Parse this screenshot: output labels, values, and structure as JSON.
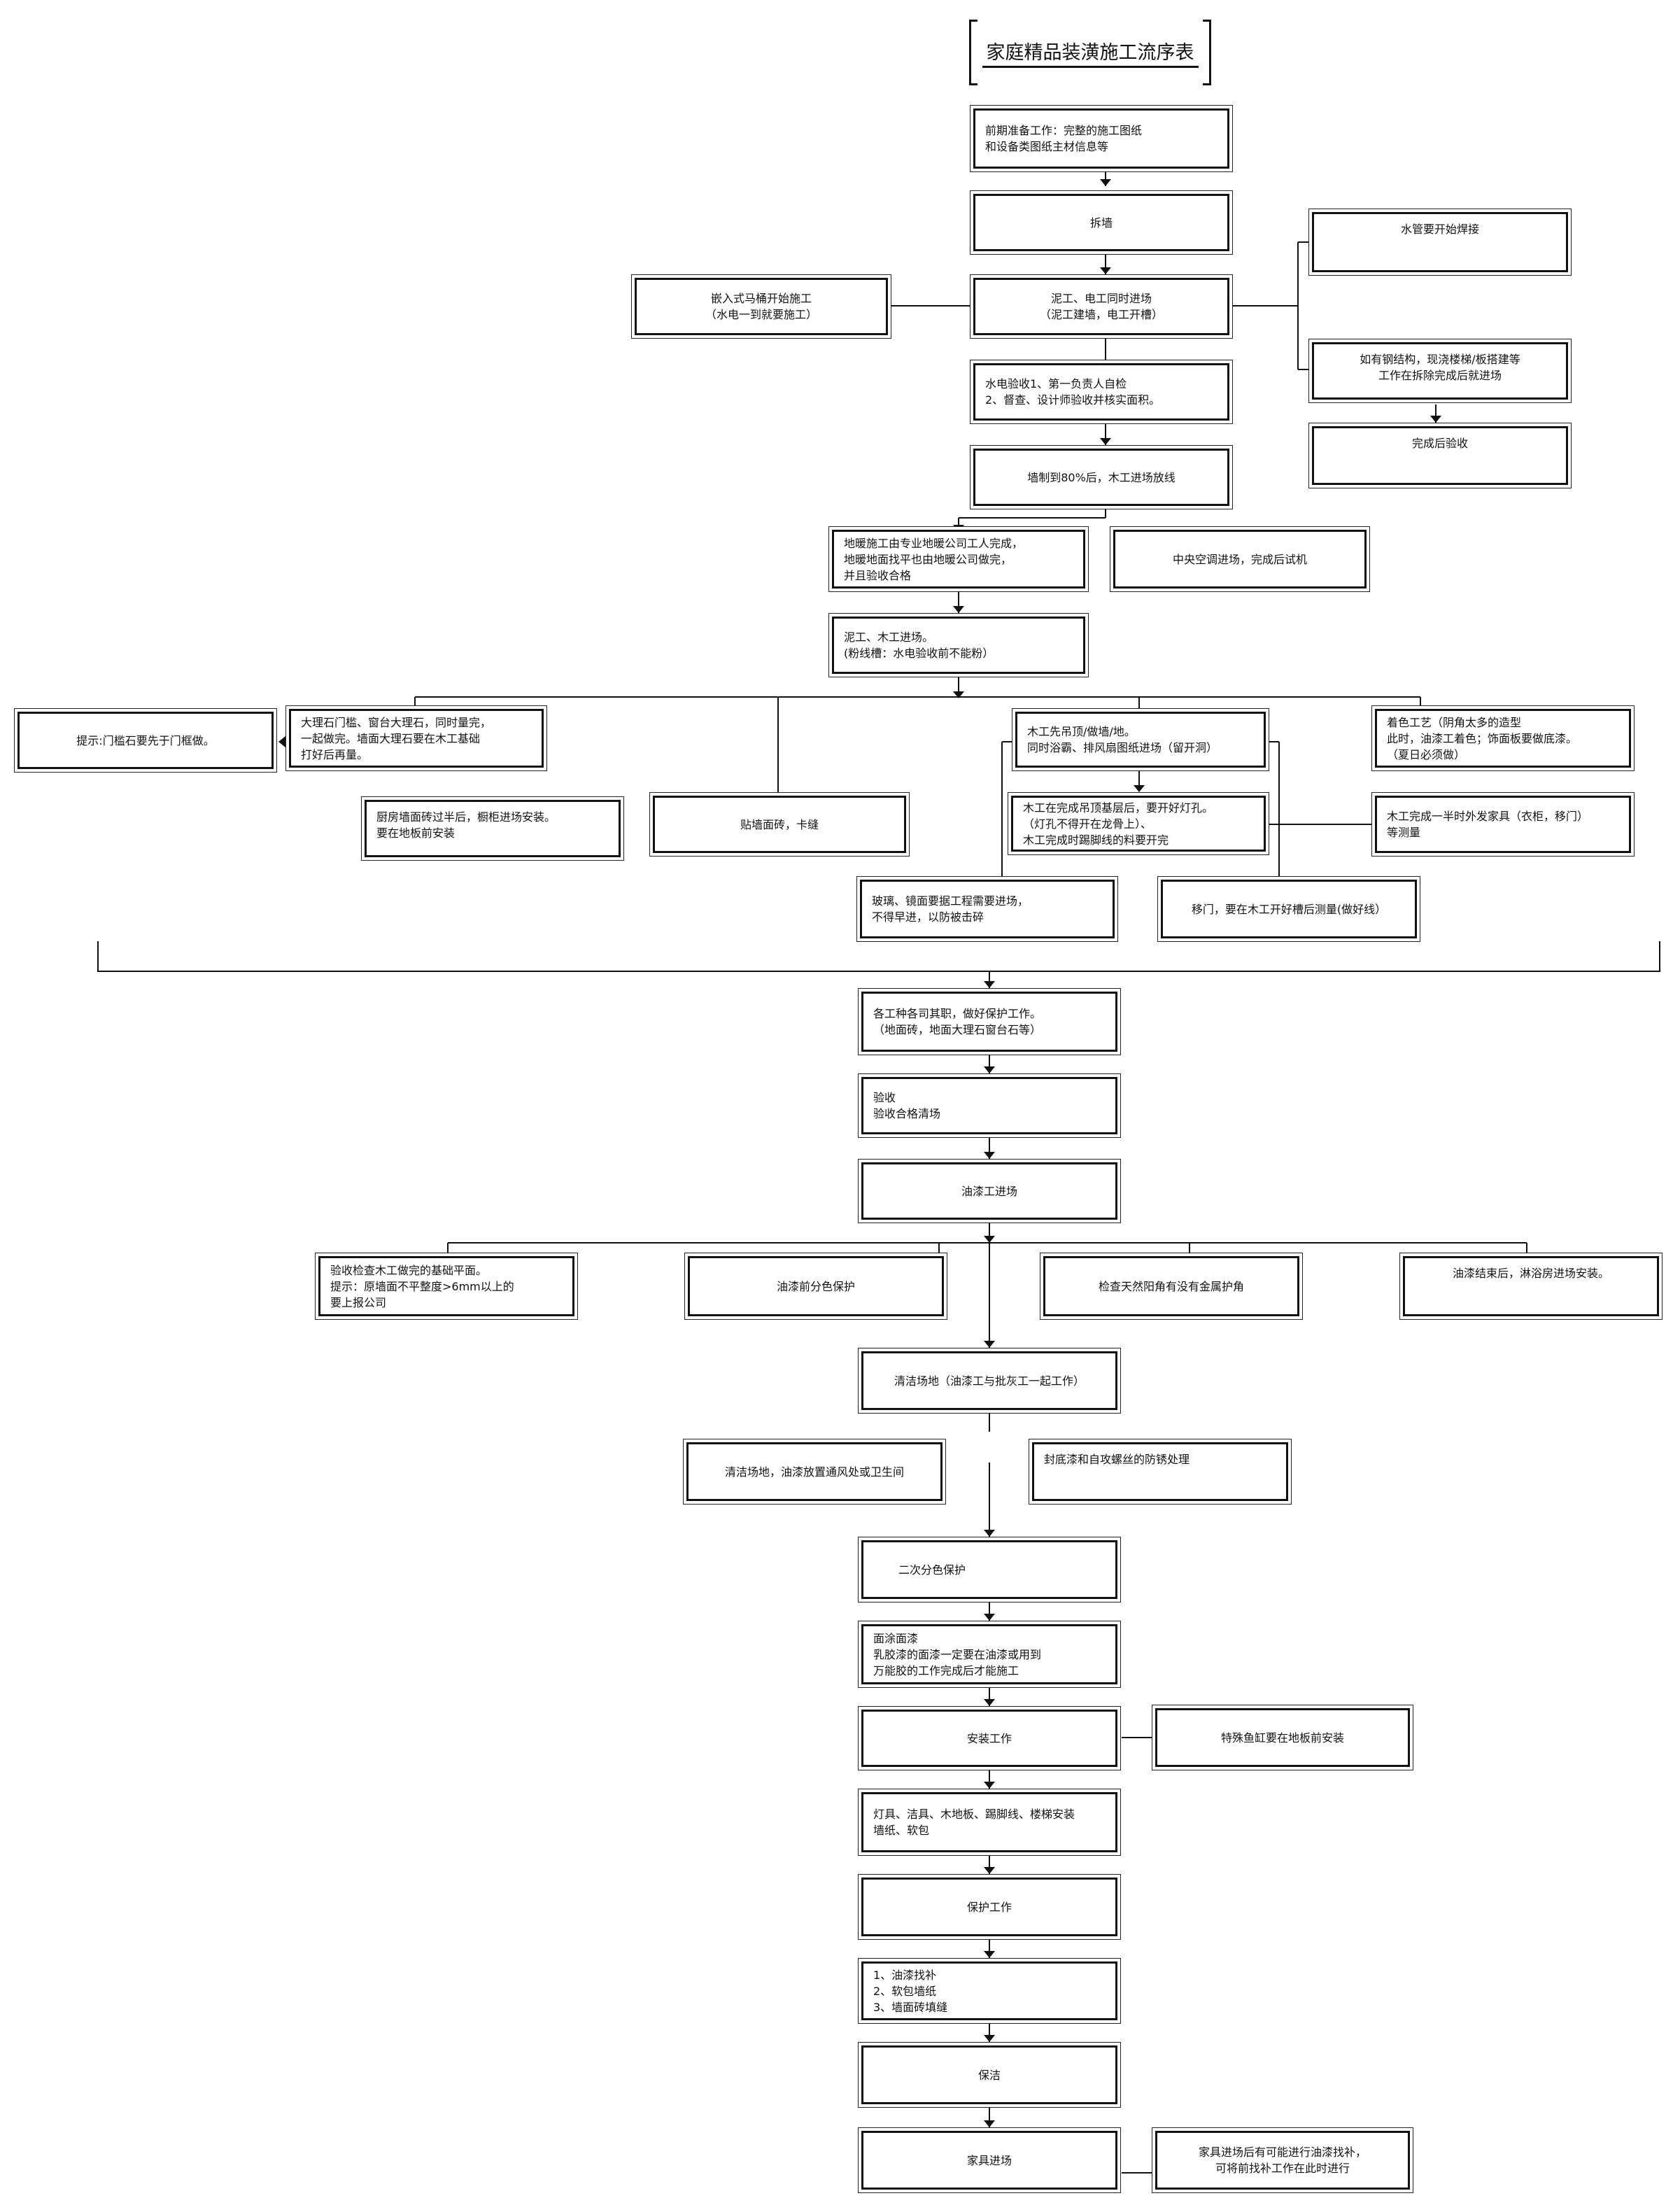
{
  "title": "家庭精品装潢施工流序表",
  "nodes": {
    "prep": "前期准备工作：完整的施工图纸\n和设备类图纸主材信息等",
    "demolish": "拆墙",
    "water_pipe": "水管要开始焊接",
    "toilet": "嵌入式马桶开始施工\n（水电一到就要施工）",
    "masonry_electric": "泥工、电工同时进场\n（泥工建墙，电工开槽）",
    "steel": "如有钢结构，现浇楼梯/板搭建等\n工作在拆除完成后就进场",
    "inspect_after": "完成后验收",
    "water_electric_check": "水电验收1、第一负责人自检\n2、督查、设计师验收并核实面积。",
    "plaster": "墙制到80%后，木工进场放线",
    "floor_heating": "地暖施工由专业地暖公司工人完成，\n地暖地面找平也由地暖公司做完，\n并且验收合格",
    "central_ac": "中央空调进场，完成后试机",
    "mason_carpenter": "泥工、木工进场。\n(粉线槽：水电验收前不能粉）",
    "threshold_tip": "提示:门槛石要先于门框做。",
    "marble": "大理石门槛、窗台大理石，同时量完，\n一起做完。墙面大理石要在木工基础\n打好后再量。",
    "carpenter_ceiling": "木工先吊顶/做墙/地。\n同时浴霸、排风扇图纸进场（留开洞）",
    "coloring": "着色工艺（阴角太多的造型\n此时，油漆工着色；饰面板要做底漆。\n（夏日必须做）",
    "kitchen": "厨房墙面砖过半后，橱柜进场安装。\n要在地板前安装",
    "wall_tile": "贴墙面砖，卡缝",
    "light_holes": "木工在完成吊顶基层后，要开好灯孔。\n（灯孔不得开在龙骨上）、\n木工完成时踢脚线的料要开完",
    "furniture_measure": "木工完成一半时外发家具（衣柜，移门）\n等测量",
    "glass": "玻璃、镜面要据工程需要进场，\n不得早进，以防被击碎",
    "sliding_door": "移门，要在木工开好槽后测量(做好线）",
    "protect": "各工种各司其职，做好保护工作。\n（地面砖，地面大理石窗台石等）",
    "acceptance": "验收\n验收合格清场",
    "painter": "油漆工进场",
    "wood_check": "验收检查木工做完的基础平面。\n提示：原墙面不平整度>6mm以上的\n要上报公司",
    "color_protect": "油漆前分色保护",
    "corner_check": "检查天然阳角有没有金属护角",
    "bath_install": "油漆结束后，淋浴房进场安装。",
    "clean1": "清洁场地（油漆工与批灰工一起工作）",
    "clean2": "清洁场地，油漆放置通风处或卫生间",
    "screw": "封底漆和自攻螺丝的防锈处理",
    "second_protect": "二次分色保护",
    "topcoat": "面涂面漆\n乳胶漆的面漆一定要在油漆或用到\n万能胶的工作完成后才能施工",
    "install": "安装工作",
    "special_tank": "特殊鱼缸要在地板前安装",
    "fixtures": "灯具、洁具、木地板、踢脚线、楼梯安装\n墙纸、软包",
    "protect2": "保护工作",
    "touchup": "1、油漆找补\n2、软包墙纸\n3、墙面砖填缝",
    "cleaning": "保洁",
    "furniture": "家具进场",
    "furniture_note": "家具进场后有可能进行油漆找补，\n可将前找补工作在此时进行"
  }
}
